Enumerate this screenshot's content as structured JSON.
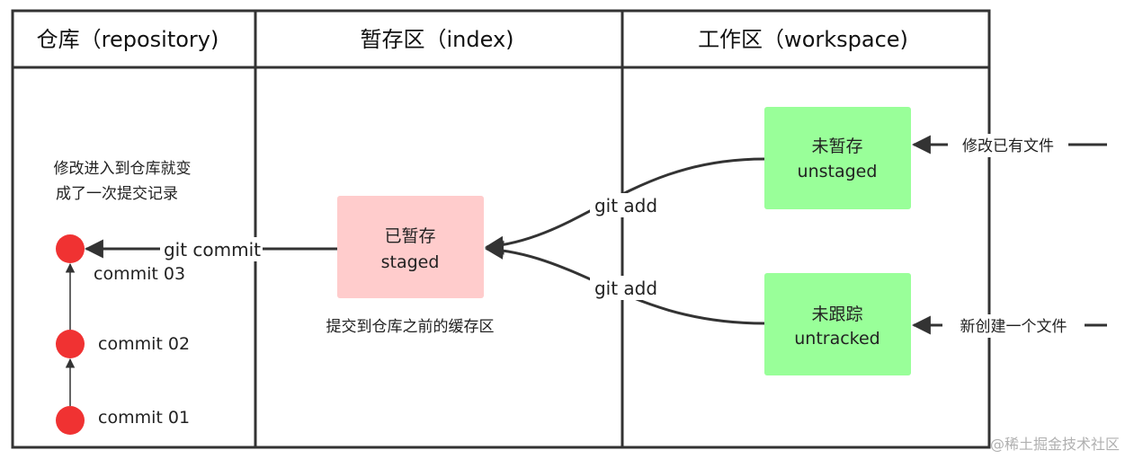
{
  "headers": {
    "repository": "仓库（repository)",
    "index": "暂存区（index)",
    "workspace": "工作区（workspace)"
  },
  "repository": {
    "note_line1": "修改进入到仓库就变",
    "note_line2": "成了一次提交记录",
    "commits": [
      "commit  03",
      "commit  02",
      "commit  01"
    ]
  },
  "index": {
    "box_line1": "已暂存",
    "box_line2": "staged",
    "note": "提交到仓库之前的缓存区"
  },
  "workspace": {
    "unstaged_line1": "未暂存",
    "unstaged_line2": "unstaged",
    "untracked_line1": "未跟踪",
    "untracked_line2": "untracked"
  },
  "edges": {
    "git_commit": "git commit",
    "git_add_upper": "git add",
    "git_add_lower": "git add",
    "modify_existing": "修改已有文件",
    "create_new": "新创建一个文件"
  },
  "colors": {
    "staged_fill": "#ffcccc",
    "workspace_fill": "#99ff99",
    "commit_dot": "#f03232"
  },
  "watermark": "@稀土掘金技术社区"
}
